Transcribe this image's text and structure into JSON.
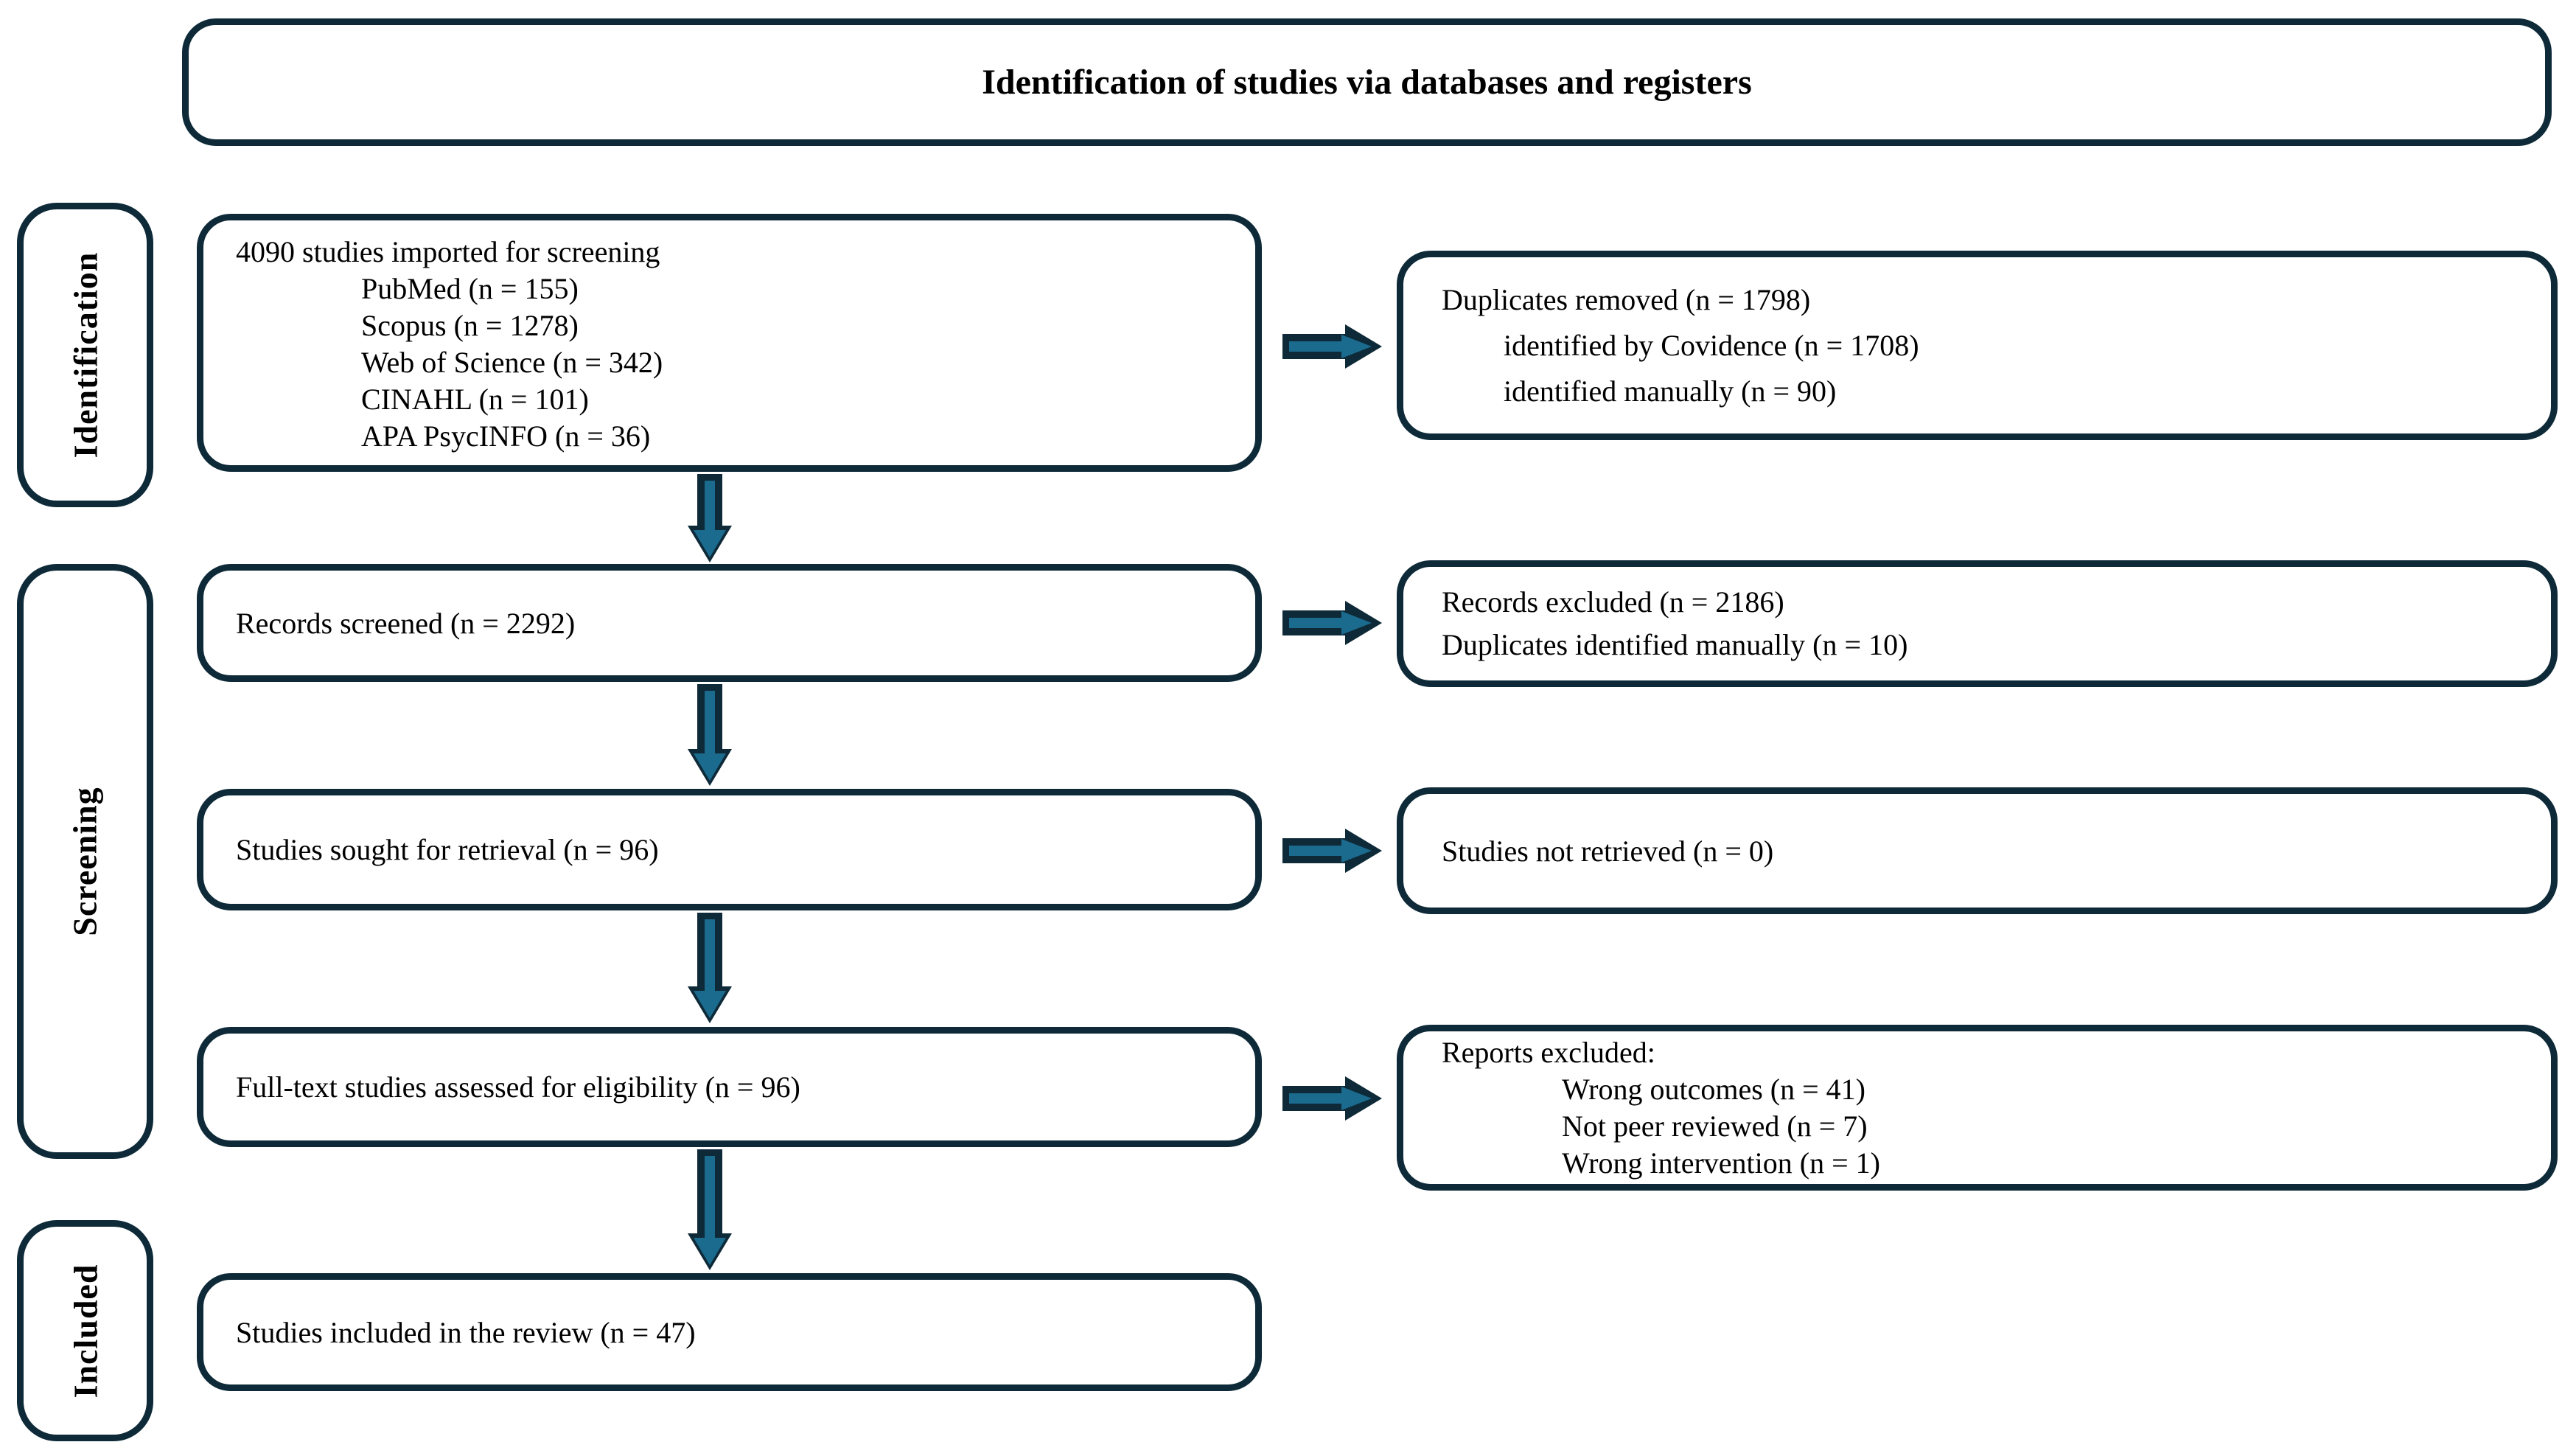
{
  "header": {
    "title": "Identification of studies via databases and registers"
  },
  "stages": [
    {
      "label": "Identification"
    },
    {
      "label": "Screening"
    },
    {
      "label": "Included"
    }
  ],
  "boxes": {
    "imported": {
      "lines": [
        "4090 studies imported for screening",
        "PubMed (n = 155)",
        "Scopus (n = 1278)",
        "Web of Science (n = 342)",
        "CINAHL (n = 101)",
        "APA PsycINFO (n = 36)"
      ]
    },
    "duplicates_removed": {
      "lines": [
        "Duplicates removed (n = 1798)",
        "identified by Covidence (n = 1708)",
        "identified manually (n = 90)"
      ]
    },
    "records_screened": {
      "lines": [
        "Records screened (n = 2292)"
      ]
    },
    "records_excluded": {
      "lines": [
        "Records excluded (n = 2186)",
        "Duplicates identified manually (n = 10)"
      ]
    },
    "studies_sought": {
      "lines": [
        "Studies sought for retrieval (n = 96)"
      ]
    },
    "studies_not_retrieved": {
      "lines": [
        "Studies not retrieved (n = 0)"
      ]
    },
    "fulltext_assessed": {
      "lines": [
        "Full-text studies assessed for eligibility (n = 96)"
      ]
    },
    "reports_excluded": {
      "lines": [
        "Reports excluded:",
        "Wrong outcomes (n = 41)",
        "Not peer reviewed (n = 7)",
        "Wrong intervention (n = 1)"
      ]
    },
    "studies_included": {
      "lines": [
        "Studies included in the review (n = 47)"
      ]
    }
  },
  "colors": {
    "outline": "#0e2a38",
    "arrow_fill": "#1b6b8f",
    "background": "#ffffff",
    "text_color": "#000000"
  }
}
